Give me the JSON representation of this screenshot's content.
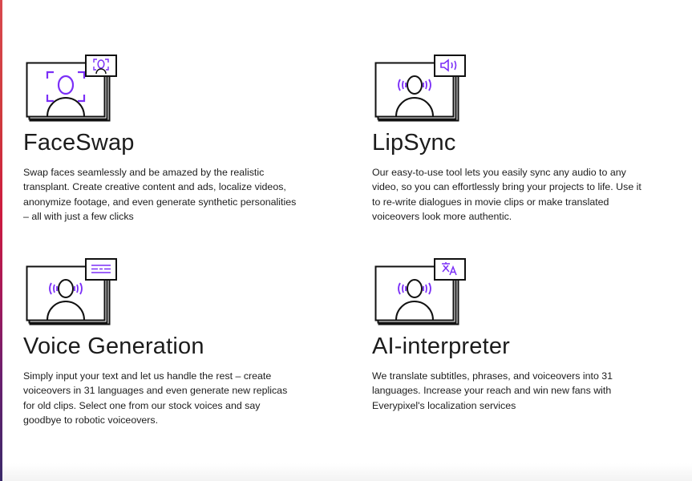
{
  "colors": {
    "accent_purple": "#7b2ff7",
    "stroke": "#111111",
    "text": "#1c1c1c",
    "left_gradient": [
      "#d8494e",
      "#cc1a3f",
      "#a3195b",
      "#3a2a6a"
    ]
  },
  "features": [
    {
      "title": "FaceSwap",
      "icon": "face-scan-icon",
      "description": "Swap faces seamlessly and be amazed by the realistic transplant. Create creative content and ads, localize videos, anonymize footage, and even generate synthetic personalities – all with just a few clicks"
    },
    {
      "title": "LipSync",
      "icon": "speaker-icon",
      "description": "Our easy-to-use tool lets you easily sync any audio to any video, so you can effortlessly bring your projects to life. Use it to re-write dialogues in movie clips or make translated voiceovers look more authentic."
    },
    {
      "title": "Voice Generation",
      "icon": "text-lines-icon",
      "description": "Simply input your text and let us handle the rest – create voiceovers in 31 languages and even generate new replicas for old clips. Select one from our stock voices and say goodbye to robotic voiceovers."
    },
    {
      "title": "AI-interpreter",
      "icon": "translate-icon",
      "description": "We translate subtitles, phrases, and voiceovers into 31 languages. Increase your reach and win new fans with Everypixel's localization services"
    }
  ]
}
